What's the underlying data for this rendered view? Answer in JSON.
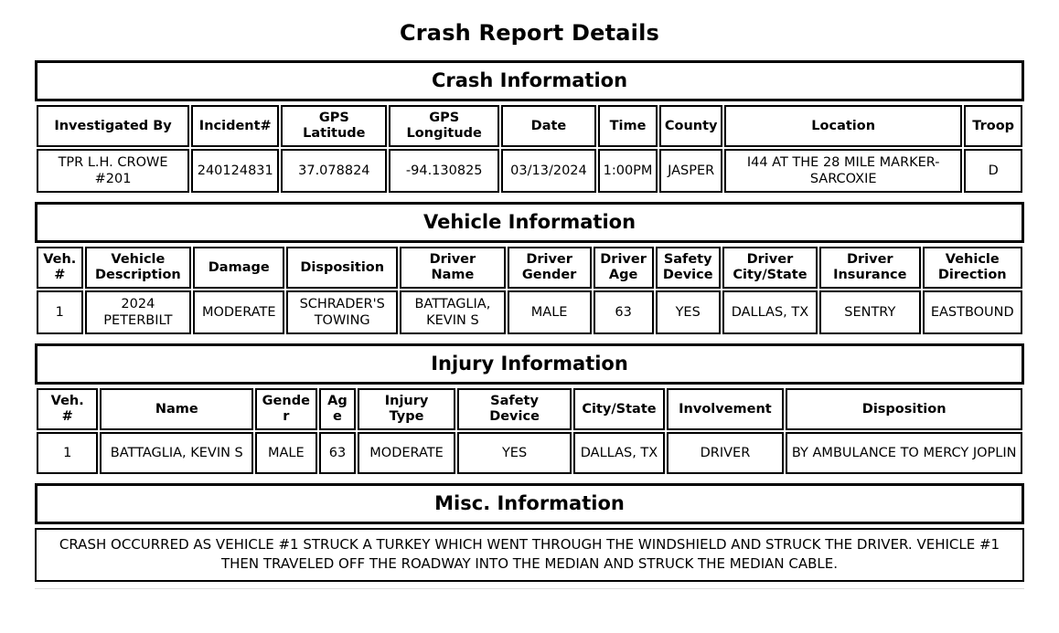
{
  "page_title": "Crash Report Details",
  "sections": {
    "crash": {
      "band_title": "Crash Information",
      "headers": [
        "Investigated By",
        "Incident#",
        "GPS Latitude",
        "GPS Longitude",
        "Date",
        "Time",
        "County",
        "Location",
        "Troop"
      ],
      "header_lines": {
        "gps_latitude_1": "GPS",
        "gps_latitude_2": "Latitude",
        "gps_longitude_1": "GPS",
        "gps_longitude_2": "Longitude"
      },
      "row": {
        "investigated_by": "TPR L.H. CROWE #201",
        "incident_number": "240124831",
        "gps_latitude": "37.078824",
        "gps_longitude": "-94.130825",
        "date": "03/13/2024",
        "time": "1:00PM",
        "county": "JASPER",
        "location": "I44 AT THE 28 MILE MARKER-SARCOXIE",
        "troop": "D"
      }
    },
    "vehicle": {
      "band_title": "Vehicle Information",
      "header_lines": {
        "veh_num_1": "Veh.",
        "veh_num_2": "#",
        "vehicle_description_1": "Vehicle",
        "vehicle_description_2": "Description",
        "damage": "Damage",
        "disposition": "Disposition",
        "driver_name_1": "Driver",
        "driver_name_2": "Name",
        "driver_gender_1": "Driver",
        "driver_gender_2": "Gender",
        "driver_age_1": "Driver",
        "driver_age_2": "Age",
        "safety_device_1": "Safety",
        "safety_device_2": "Device",
        "driver_city_state_1": "Driver",
        "driver_city_state_2": "City/State",
        "driver_insurance_1": "Driver",
        "driver_insurance_2": "Insurance",
        "vehicle_direction_1": "Vehicle",
        "vehicle_direction_2": "Direction"
      },
      "row": {
        "veh_num": "1",
        "vehicle_description": "2024 PETERBILT",
        "damage": "MODERATE",
        "disposition": "SCHRADER'S TOWING",
        "driver_name": "BATTAGLIA, KEVIN S",
        "driver_gender": "MALE",
        "driver_age": "63",
        "safety_device": "YES",
        "driver_city_state": "DALLAS, TX",
        "driver_insurance": "SENTRY",
        "vehicle_direction": "EASTBOUND"
      }
    },
    "injury": {
      "band_title": "Injury Information",
      "header_lines": {
        "veh_num_1": "Veh.",
        "veh_num_2": "#",
        "name": "Name",
        "gender": "Gender",
        "age": "Age",
        "injury_type_1": "Injury",
        "injury_type_2": "Type",
        "safety_device_1": "Safety",
        "safety_device_2": "Device",
        "city_state": "City/State",
        "involvement": "Involvement",
        "disposition": "Disposition"
      },
      "row": {
        "veh_num": "1",
        "name": "BATTAGLIA, KEVIN S",
        "gender": "MALE",
        "age": "63",
        "injury_type": "MODERATE",
        "safety_device": "YES",
        "city_state": "DALLAS, TX",
        "involvement": "DRIVER",
        "disposition": "BY AMBULANCE TO MERCY JOPLIN"
      }
    },
    "misc": {
      "band_title": "Misc. Information",
      "narrative": "CRASH OCCURRED AS VEHICLE #1 STRUCK A TURKEY WHICH WENT THROUGH THE WINDSHIELD AND STRUCK THE DRIVER. VEHICLE #1 THEN TRAVELED OFF THE ROADWAY INTO THE MEDIAN AND STRUCK THE MEDIAN CABLE."
    }
  }
}
